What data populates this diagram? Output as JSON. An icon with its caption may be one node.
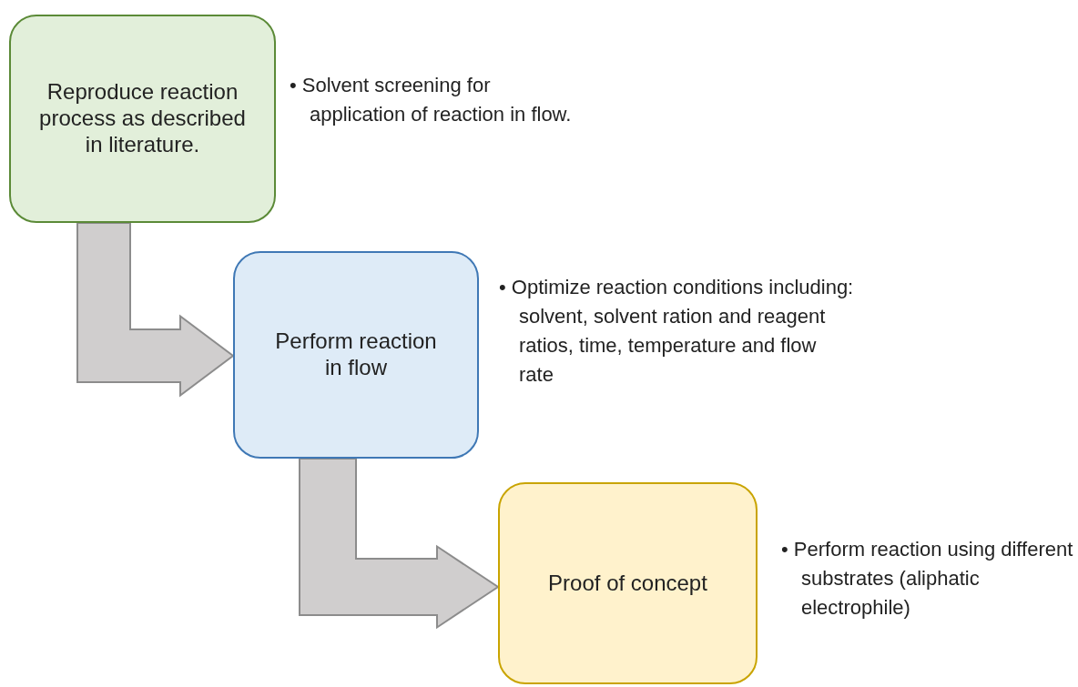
{
  "diagram": {
    "nodes": [
      {
        "text": [
          "Reproduce reaction process as described in literature."
        ],
        "beside": [
          "• Solvent screening for application of reaction in flow."
        ]
      },
      {
        "text": [
          "Perform reaction in flow"
        ],
        "beside": [
          "• Optimize reaction conditions including: solvent, solvent ration and reagent ratios, time, temperature and flow rate"
        ]
      },
      {
        "text": [
          "Proof of concept"
        ],
        "beside": [
          "• Perform reaction using different substrates (aliphatic electrophile)"
        ]
      }
    ],
    "edges": [
      {
        "from": 0,
        "to": 1,
        "arrow": "to"
      },
      {
        "from": 1,
        "to": 2,
        "arrow": "to"
      }
    ]
  }
}
